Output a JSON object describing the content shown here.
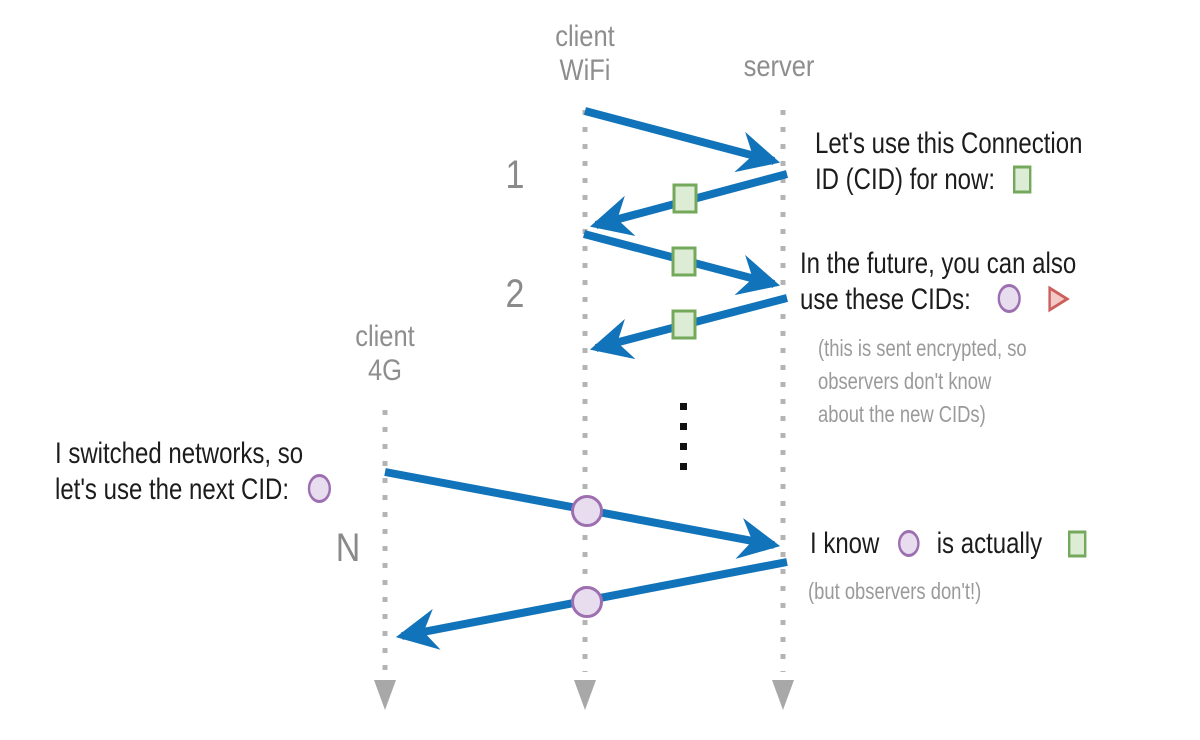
{
  "diagram": {
    "title_semantic": "QUIC connection migration with Connection IDs",
    "timelines": [
      {
        "id": "client-wifi",
        "label_line1": "client",
        "label_line2": "WiFi"
      },
      {
        "id": "server",
        "label": "server"
      },
      {
        "id": "client-4g",
        "label_line1": "client",
        "label_line2": "4G"
      }
    ],
    "round_labels": {
      "r1": "1",
      "r2": "2",
      "rn": "N"
    },
    "annotations": {
      "cid_now": {
        "line1": "Let's use this Connection",
        "line2": "ID (CID) for now:"
      },
      "future_cids": {
        "line1": "In the future, you can also",
        "line2": "use these CIDs:",
        "note": "(this is sent encrypted, so\nobservers don't know\nabout the new CIDs)"
      },
      "switched": {
        "line1": "I switched networks, so",
        "line2": "let's use the next CID:"
      },
      "i_know": {
        "part1": "I know",
        "part2": "is actually",
        "note": "(but observers don't!)"
      }
    },
    "icons": {
      "green_square": {
        "name": "green-square-cid-icon",
        "fill": "#dcecd5",
        "stroke": "#74a95b"
      },
      "purple_circle": {
        "name": "purple-circle-cid-icon",
        "fill": "#e8ddef",
        "stroke": "#9d6fb1"
      },
      "red_triangle": {
        "name": "red-triangle-cid-icon",
        "fill": "#f4c8c4",
        "stroke": "#ca5f5c"
      }
    },
    "colors": {
      "arrow_blue": "#1173b9",
      "timeline_dot_gray": "#b4b4b4",
      "timeline_arrowhead_gray": "#a8a8a8",
      "label_gray": "#8e8e8e",
      "note_gray": "#9a9a9a",
      "text_black": "#1c1c1c",
      "ellipsis_black": "#111111",
      "background": "#ffffff"
    }
  }
}
